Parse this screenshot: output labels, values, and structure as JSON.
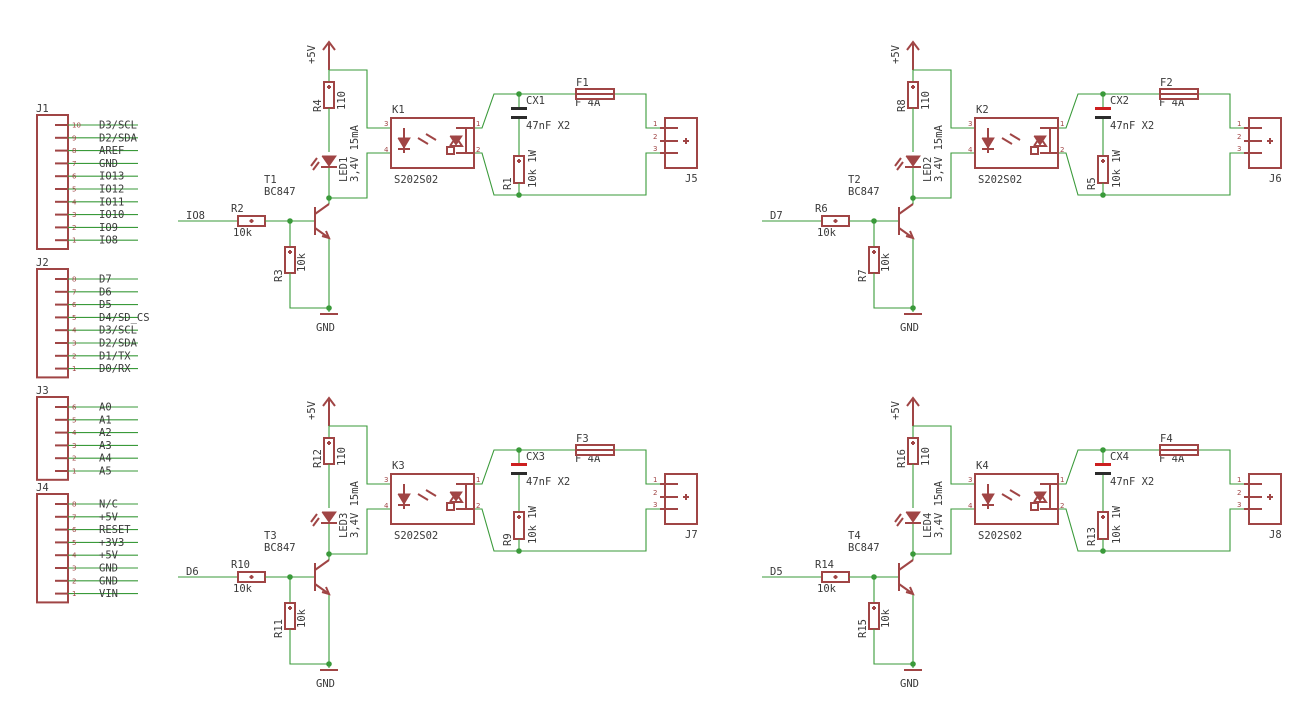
{
  "headers": [
    {
      "ref": "J1",
      "pins": [
        "D3/SCL",
        "D2/SDA",
        "AREF",
        "GND",
        "IO13",
        "IO12",
        "IO11",
        "IO10",
        "IO9",
        "IO8"
      ],
      "nums": [
        "10",
        "9",
        "8",
        "7",
        "6",
        "5",
        "4",
        "3",
        "2",
        "1"
      ]
    },
    {
      "ref": "J2",
      "pins": [
        "D7",
        "D6",
        "D5",
        "D4/SD_CS",
        "D3/SCL",
        "D2/SDA",
        "D1/TX",
        "D0/RX"
      ],
      "nums": [
        "8",
        "7",
        "6",
        "5",
        "4",
        "3",
        "2",
        "1"
      ]
    },
    {
      "ref": "J3",
      "pins": [
        "A0",
        "A1",
        "A2",
        "A3",
        "A4",
        "A5"
      ],
      "nums": [
        "6",
        "5",
        "4",
        "3",
        "2",
        "1"
      ]
    },
    {
      "ref": "J4",
      "pins": [
        "N/C",
        "+5V",
        "RESET",
        "+3V3",
        "+5V",
        "GND",
        "GND",
        "VIN"
      ],
      "nums": [
        "8",
        "7",
        "6",
        "5",
        "4",
        "3",
        "2",
        "1"
      ]
    }
  ],
  "channels": [
    {
      "input": "IO8",
      "rb": "R2",
      "rb_val": "10k",
      "rp": "R3",
      "rp_val": "10k",
      "t": "T1",
      "t_val": "BC847",
      "rl": "R4",
      "rl_val": "110",
      "led": "LED1",
      "led_val": "3,4V 15mA",
      "k": "K1",
      "k_val": "S202S02",
      "cx": "CX1",
      "cx_val": "47nF X2",
      "rs": "R1",
      "rs_val": "10k 1W",
      "f": "F1",
      "f_val": "F 4A",
      "j": "J5",
      "vcc": "+5V",
      "gnd": "GND"
    },
    {
      "input": "D7",
      "rb": "R6",
      "rb_val": "10k",
      "rp": "R7",
      "rp_val": "10k",
      "t": "T2",
      "t_val": "BC847",
      "rl": "R8",
      "rl_val": "110",
      "led": "LED2",
      "led_val": "3,4V 15mA",
      "k": "K2",
      "k_val": "S202S02",
      "cx": "CX2",
      "cx_val": "47nF X2",
      "rs": "R5",
      "rs_val": "10k 1W",
      "f": "F2",
      "f_val": "F 4A",
      "j": "J6",
      "vcc": "+5V",
      "gnd": "GND"
    },
    {
      "input": "D6",
      "rb": "R10",
      "rb_val": "10k",
      "rp": "R11",
      "rp_val": "10k",
      "t": "T3",
      "t_val": "BC847",
      "rl": "R12",
      "rl_val": "110",
      "led": "LED3",
      "led_val": "3,4V 15mA",
      "k": "K3",
      "k_val": "S202S02",
      "cx": "CX3",
      "cx_val": "47nF X2",
      "rs": "R9",
      "rs_val": "10k 1W",
      "f": "F3",
      "f_val": "F 4A",
      "j": "J7",
      "vcc": "+5V",
      "gnd": "GND"
    },
    {
      "input": "D5",
      "rb": "R14",
      "rb_val": "10k",
      "rp": "R15",
      "rp_val": "10k",
      "t": "T4",
      "t_val": "BC847",
      "rl": "R16",
      "rl_val": "110",
      "led": "LED4",
      "led_val": "3,4V 15mA",
      "k": "K4",
      "k_val": "S202S02",
      "cx": "CX4",
      "cx_val": "47nF X2",
      "rs": "R13",
      "rs_val": "10k 1W",
      "f": "F4",
      "f_val": "F 4A",
      "j": "J8",
      "vcc": "+5V",
      "gnd": "GND"
    }
  ],
  "colors": {
    "wire": "#3a9a3a",
    "part": "#a04545",
    "cap": "#cc1f1f"
  }
}
